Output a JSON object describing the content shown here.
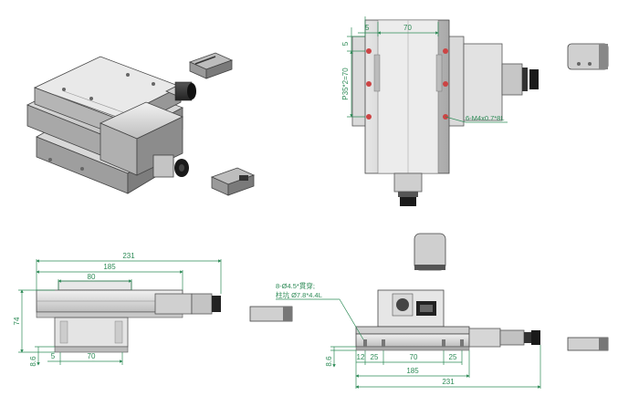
{
  "drawing": {
    "top_view": {
      "dims": {
        "left_margin": "5",
        "width": "70",
        "vertical_pitch": "P35*2=70",
        "vertical_margin": "5"
      },
      "callout": "6-M4x0.7*8L"
    },
    "front_view": {
      "dims": {
        "overall": "231",
        "body": "185",
        "table": "80",
        "height": "74",
        "base": "8.6",
        "offset": "5",
        "hole_span": "70"
      }
    },
    "side_view": {
      "callout_line1": "8-Ø4.5*貫穿;",
      "callout_line2": "柱坑 Ø7.8*4.4L",
      "dims": {
        "height": "8.6",
        "d1": "12",
        "d2": "25",
        "d3": "70",
        "d4": "25",
        "body": "185",
        "overall": "231"
      }
    }
  }
}
